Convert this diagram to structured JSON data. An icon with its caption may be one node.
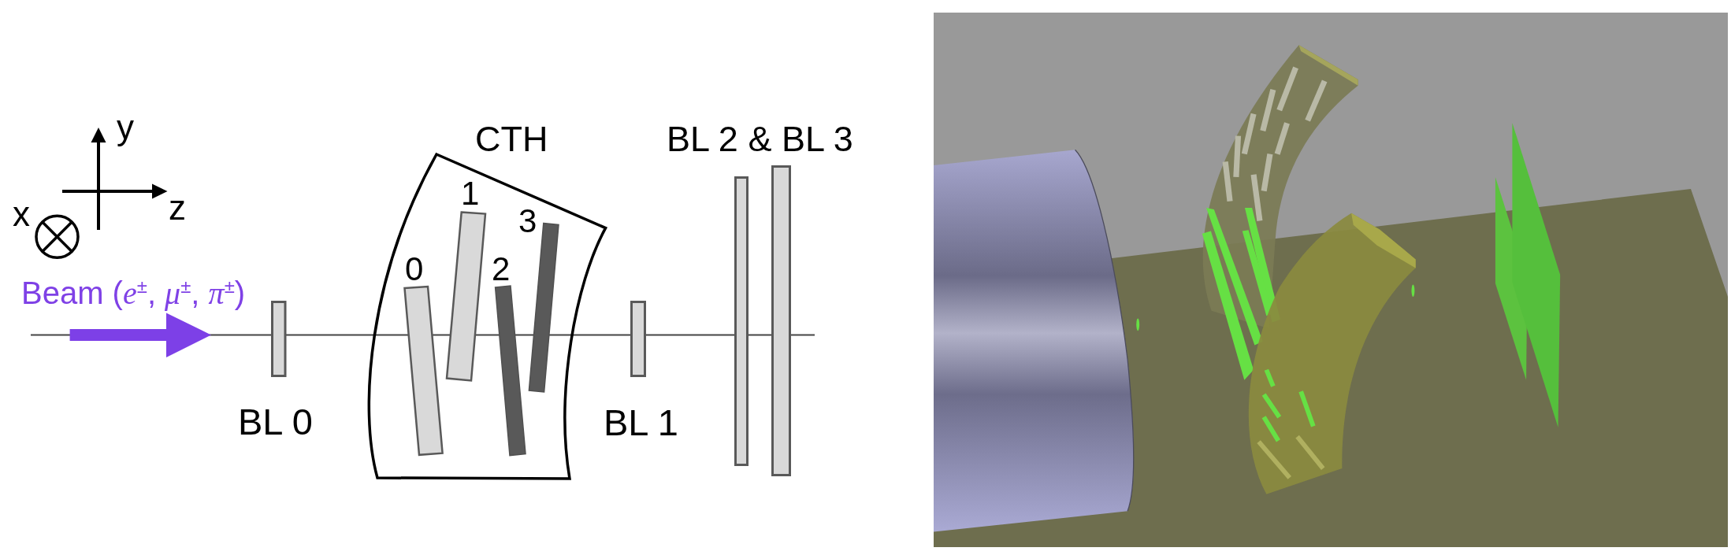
{
  "diagram": {
    "labels": [
      "y",
      "x",
      "z",
      "Beam (*e*$^{±}$, *μ*$^{±}$, *π*$^{±}$)",
      "BL 0",
      "CTH",
      "0",
      "1",
      "2",
      "3",
      "BL 1",
      "BL 2 & BL 3"
    ]
  }
}
